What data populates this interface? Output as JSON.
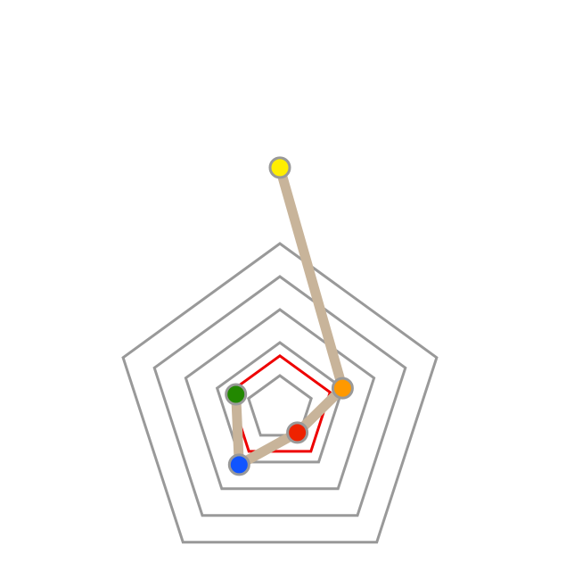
{
  "puzzle": {
    "target_color": "#ee0000",
    "grid_color": "#999999",
    "path_color": "#c8b49a",
    "node_stroke_color": "#999999",
    "rings": 5,
    "axes": 5,
    "target_levels": [
      1.6,
      1.6,
      1.6,
      1.6,
      1.6
    ],
    "nodes": [
      {
        "name": "yellow-node",
        "color": "#ffee00",
        "axis": 0,
        "level": 7.3
      },
      {
        "name": "orange-node",
        "color": "#ff9900",
        "axis": 1,
        "level": 2.0
      },
      {
        "name": "red-node",
        "color": "#ee2200",
        "axis": 2,
        "level": 0.9
      },
      {
        "name": "blue-node",
        "color": "#1155ff",
        "axis": 3,
        "level": 2.1
      },
      {
        "name": "green-node",
        "color": "#228800",
        "axis": 4,
        "level": 1.4
      }
    ]
  }
}
